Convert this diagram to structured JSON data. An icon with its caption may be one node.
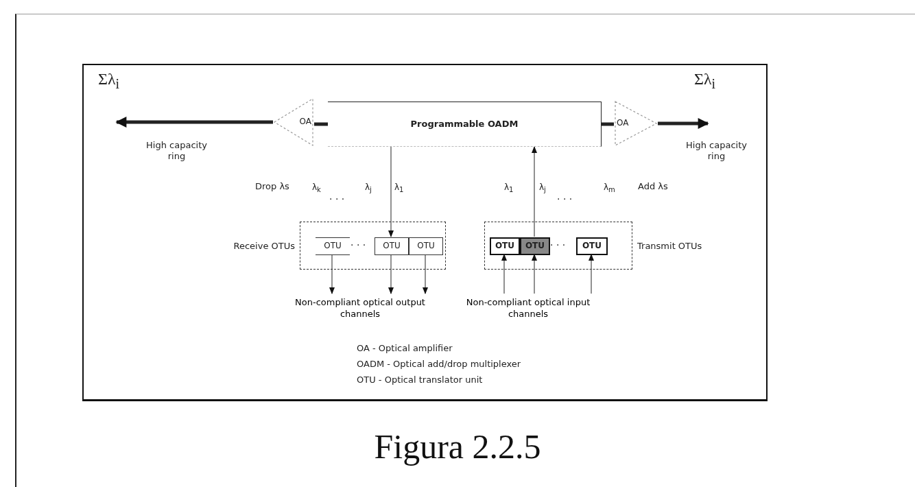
{
  "diagram": {
    "caption": "Figura 2.2.5",
    "nodes": [
      {
        "text": [
          "OA"
        ]
      },
      {
        "text": [
          "Programmable OADM"
        ]
      },
      {
        "text": [
          "OA"
        ]
      },
      {
        "text": [
          "Receive OTUs"
        ]
      },
      {
        "text": [
          "OTU"
        ],
        "in": 3
      },
      {
        "text": [
          "OTU"
        ],
        "in": 3
      },
      {
        "text": [
          "OTU"
        ],
        "in": 3
      },
      {
        "text": [
          "Transmit OTUs"
        ]
      },
      {
        "text": [
          "OTU"
        ],
        "in": 7
      },
      {
        "text": [
          "OTU"
        ],
        "in": 7
      },
      {
        "text": [
          "OTU"
        ],
        "in": 7
      },
      {
        "text": [
          "Non-compliant optical output channels"
        ]
      },
      {
        "text": [
          "Non-compliant optical input channels"
        ]
      }
    ],
    "edges": [
      {
        "from": 0,
        "to": null,
        "arrow": "to",
        "style": "thick"
      },
      {
        "from": 1,
        "to": 0,
        "arrow": "none",
        "style": "thick"
      },
      {
        "from": 1,
        "to": 2,
        "arrow": "none",
        "style": "thick"
      },
      {
        "from": 2,
        "to": null,
        "arrow": "to",
        "style": "thick"
      },
      {
        "from": 1,
        "to": 5,
        "arrow": "to"
      },
      {
        "from": 9,
        "to": 1,
        "arrow": "to"
      },
      {
        "from": 4,
        "to": 11,
        "arrow": "to"
      },
      {
        "from": 5,
        "to": 11,
        "arrow": "to"
      },
      {
        "from": 6,
        "to": 11,
        "arrow": "to"
      },
      {
        "from": 12,
        "to": 8,
        "arrow": "to"
      },
      {
        "from": 12,
        "to": 9,
        "arrow": "to"
      },
      {
        "from": 12,
        "to": 10,
        "arrow": "to"
      }
    ],
    "labels": [
      "Σλ$_{i}$",
      "Σλ$_{i}$",
      "High capacity ring",
      "High capacity ring",
      "Drop λs",
      "λ$_{k}$",
      "· · ·",
      "λ$_{j}$",
      "λ$_{1}$",
      "λ$_{1}$",
      "λ$_{j}$",
      "· · ·",
      "λ$_{m}$",
      "Add λs",
      "· · ·",
      "· · ·",
      "OA - Optical amplifier",
      "OADM - Optical add/drop multiplexer",
      "OTU - Optical translator unit"
    ]
  }
}
